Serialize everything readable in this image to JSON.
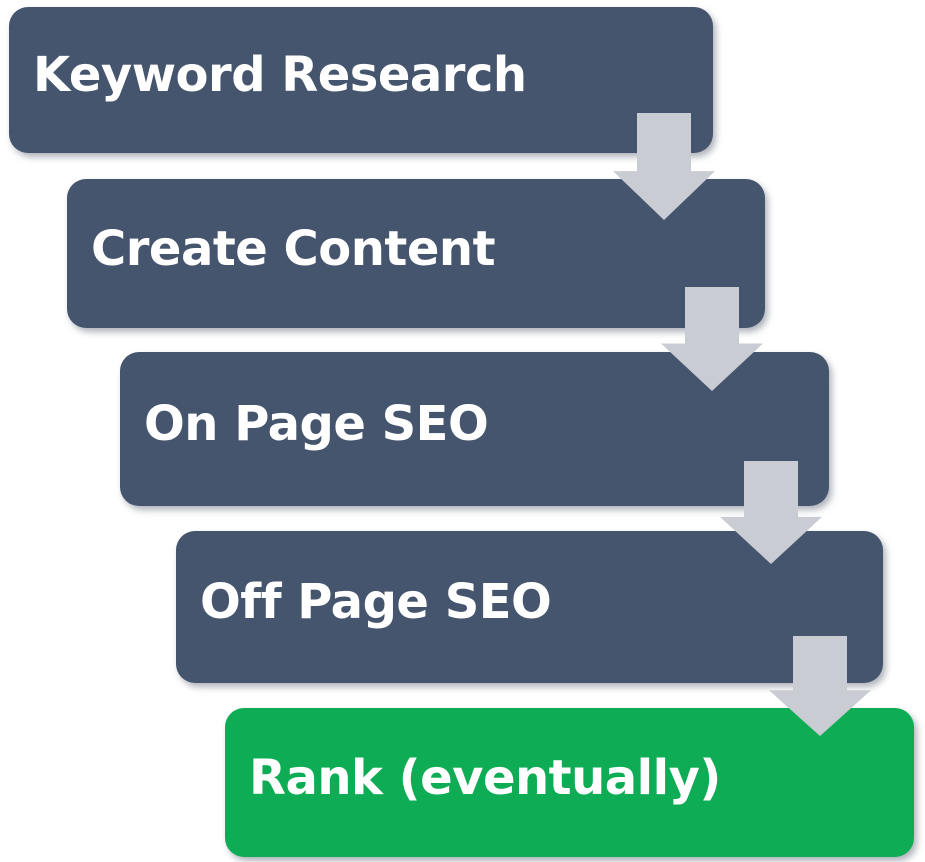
{
  "colors": {
    "box": "#46556E",
    "box-final": "#0EAD55",
    "arrow": "#C9CCD2",
    "label": "#FFFFFF",
    "background": "#FFFFFF"
  },
  "steps": [
    {
      "label": "Keyword Research"
    },
    {
      "label": "Create Content"
    },
    {
      "label": "On Page SEO"
    },
    {
      "label": "Off Page SEO"
    },
    {
      "label": "Rank (eventually)"
    }
  ],
  "arrows": [
    {
      "icon": "down-arrow"
    },
    {
      "icon": "down-arrow"
    },
    {
      "icon": "down-arrow"
    },
    {
      "icon": "down-arrow"
    }
  ]
}
